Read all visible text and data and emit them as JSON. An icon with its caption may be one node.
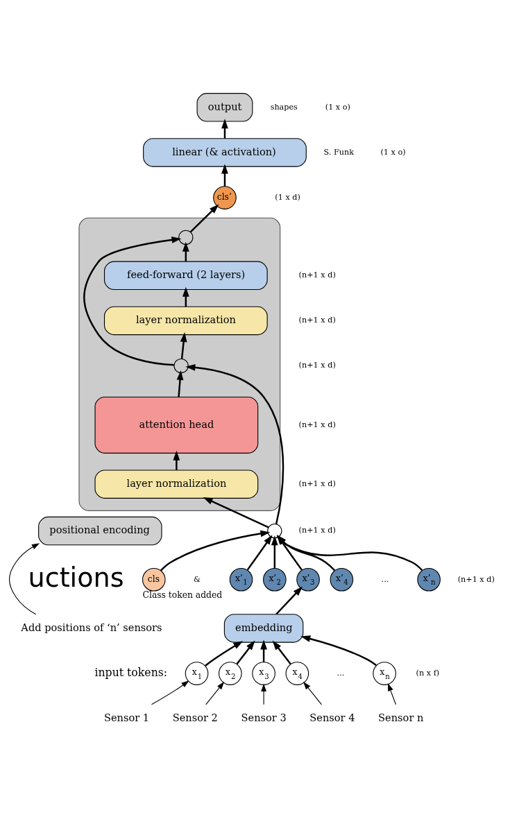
{
  "diagram": {
    "nodes": [
      {
        "text": [
          "output"
        ]
      },
      {
        "text": [
          "linear (& activation)"
        ]
      },
      {
        "text": [
          "cls’"
        ]
      },
      {
        "text": [],
        "shape": "box"
      },
      {
        "text": [],
        "shape": "circle",
        "in": 3
      },
      {
        "text": [
          "feed-forward (2 layers)"
        ],
        "in": 3
      },
      {
        "text": [
          "layer normalization"
        ],
        "in": 3
      },
      {
        "text": [],
        "shape": "circle",
        "in": 3
      },
      {
        "text": [
          "attention head"
        ],
        "in": 3
      },
      {
        "text": [
          "layer normalization"
        ],
        "in": 3
      },
      {
        "text": [
          "positional encoding"
        ]
      },
      {
        "text": [],
        "shape": "circle"
      },
      {
        "text": [
          "cls"
        ],
        "beside": [
          "Class token added"
        ]
      },
      {
        "text": [
          "x’$_{1}$"
        ]
      },
      {
        "text": [
          "x’$_{2}$"
        ]
      },
      {
        "text": [
          "x’$_{3}$"
        ]
      },
      {
        "text": [
          "x’$_{4}$"
        ]
      },
      {
        "text": [
          "x’$_{n}$"
        ]
      },
      {
        "text": [
          "embedding"
        ]
      },
      {
        "text": [
          "x$_{1}$"
        ]
      },
      {
        "text": [
          "x$_{2}$"
        ]
      },
      {
        "text": [
          "x$_{3}$"
        ]
      },
      {
        "text": [
          "x$_{4}$"
        ]
      },
      {
        "text": [
          "x$_{n}$"
        ]
      },
      {
        "text": [
          "Add positions of ‘n’ sensors"
        ]
      },
      {
        "text": [
          "Sensor 1"
        ]
      },
      {
        "text": [
          "Sensor 2"
        ]
      },
      {
        "text": [
          "Sensor 3"
        ]
      },
      {
        "text": [
          "Sensor 4"
        ]
      },
      {
        "text": [
          "Sensor n"
        ]
      }
    ],
    "edges": [
      {
        "from": 19,
        "to": 18,
        "arrow": "to"
      },
      {
        "from": 20,
        "to": 18,
        "arrow": "to"
      },
      {
        "from": 21,
        "to": 18,
        "arrow": "to"
      },
      {
        "from": 22,
        "to": 18,
        "arrow": "to"
      },
      {
        "from": 23,
        "to": 18,
        "arrow": "to"
      },
      {
        "from": 18,
        "to": 15,
        "arrow": "to"
      },
      {
        "from": 12,
        "to": 11,
        "arrow": "to"
      },
      {
        "from": 13,
        "to": 11,
        "arrow": "to"
      },
      {
        "from": 14,
        "to": 11,
        "arrow": "to"
      },
      {
        "from": 15,
        "to": 11,
        "arrow": "to"
      },
      {
        "from": 16,
        "to": 11,
        "arrow": "to"
      },
      {
        "from": 17,
        "to": 11,
        "arrow": "to"
      },
      {
        "from": 11,
        "to": 9,
        "arrow": "to"
      },
      {
        "from": 9,
        "to": 8,
        "arrow": "to"
      },
      {
        "from": 8,
        "to": 7,
        "arrow": "to"
      },
      {
        "from": 11,
        "to": 7,
        "arrow": "to"
      },
      {
        "from": 7,
        "to": 6,
        "arrow": "to"
      },
      {
        "from": 6,
        "to": 5,
        "arrow": "to"
      },
      {
        "from": 5,
        "to": 4,
        "arrow": "to"
      },
      {
        "from": 7,
        "to": 4,
        "arrow": "to"
      },
      {
        "from": 4,
        "to": 2,
        "arrow": "to"
      },
      {
        "from": 2,
        "to": 1,
        "arrow": "to"
      },
      {
        "from": 1,
        "to": 0,
        "arrow": "to"
      },
      {
        "from": 24,
        "to": 10,
        "arrow": "to"
      },
      {
        "from": 25,
        "to": 19,
        "arrow": "to"
      },
      {
        "from": 26,
        "to": 20,
        "arrow": "to"
      },
      {
        "from": 27,
        "to": 21,
        "arrow": "to"
      },
      {
        "from": 28,
        "to": 22,
        "arrow": "to"
      },
      {
        "from": 29,
        "to": 23,
        "arrow": "to"
      }
    ],
    "labels": [
      "shapes",
      "(1 x o)",
      "(1 x o)",
      "S. Funk",
      "(1 x d)",
      "(n+1 x d)",
      "(n+1 x d)",
      "(n+1 x d)",
      "(n+1 x d)",
      "(n+1 x d)",
      "(n+1 x d)",
      "uctions",
      "&",
      "...",
      "(n+1 x d)",
      "input tokens:",
      "...",
      "(n x f)"
    ]
  }
}
